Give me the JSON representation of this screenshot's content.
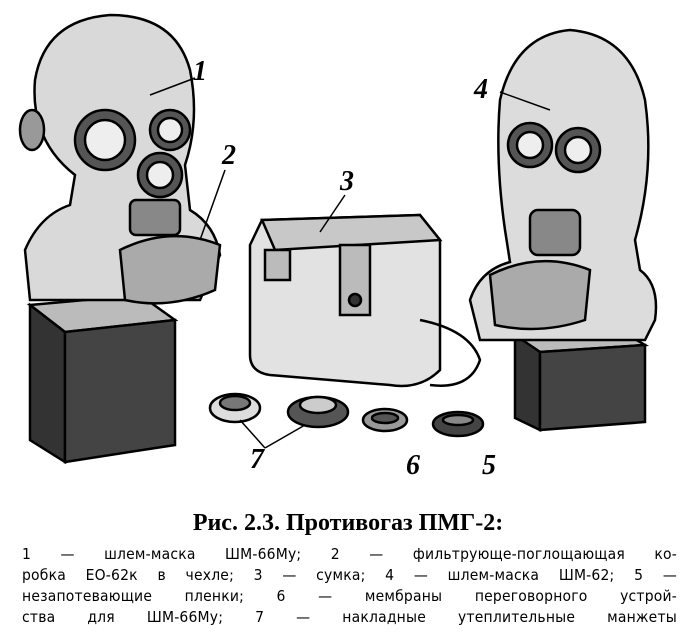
{
  "figure": {
    "callouts": [
      "1",
      "2",
      "3",
      "4",
      "5",
      "6",
      "7"
    ],
    "title": "Рис. 2.3. Противогаз ПМГ-2:",
    "caption_lines": [
      "1 — шлем-маска ШМ-66Му; 2 — фильтрующе-поглощающая ко-",
      "робка ЕО-62к в чехле; 3 — сумка; 4 — шлем-маска ШМ-62; 5 —",
      "незапотевающие пленки; 6 — мембраны переговорного устрой-",
      "ства для ШМ-66Му; 7 — накладные утеплительные манжеты"
    ]
  }
}
